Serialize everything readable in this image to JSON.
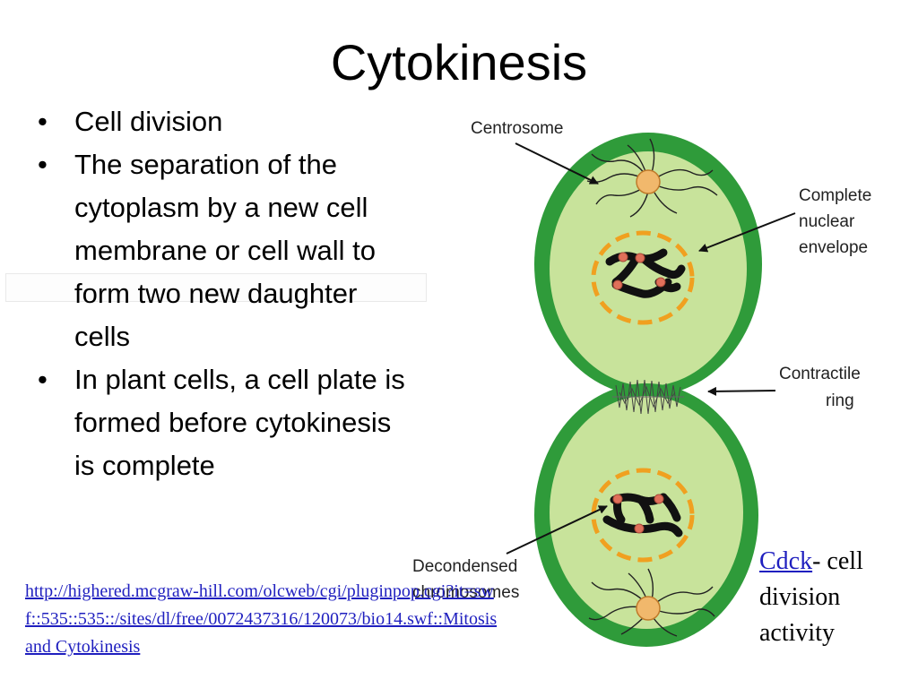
{
  "slide": {
    "title": "Cytokinesis",
    "bullets": [
      "Cell division",
      "The separation of the cytoplasm by a new cell membrane or cell wall to form two new daughter cells",
      "In plant cells, a cell plate is formed before cytokinesis is complete"
    ],
    "link_text": "http://highered.mcgraw-hill.com/olcweb/cgi/pluginpop.cgi?it=swf::535::535::/sites/dl/free/0072437316/120073/bio14.swf::Mitosis and Cytokinesis",
    "note_link": "Cdck",
    "note_rest": "- cell division activity"
  },
  "diagram": {
    "labels": {
      "centrosome": "Centrosome",
      "nuclear_1": "Complete",
      "nuclear_2": "nuclear",
      "nuclear_3": "envelope",
      "ring_1": "Contractile",
      "ring_2": "ring",
      "chrom_1": "Decondensed",
      "chrom_2": "chromosomes"
    },
    "colors": {
      "cell_wall": "#2f9b3a",
      "cytoplasm": "#c8e39b",
      "centrosome": "#f1b86c",
      "nuclear_envelope": "#f0a020",
      "chromosome": "#111111",
      "kinetochore": "#e0705a"
    }
  }
}
